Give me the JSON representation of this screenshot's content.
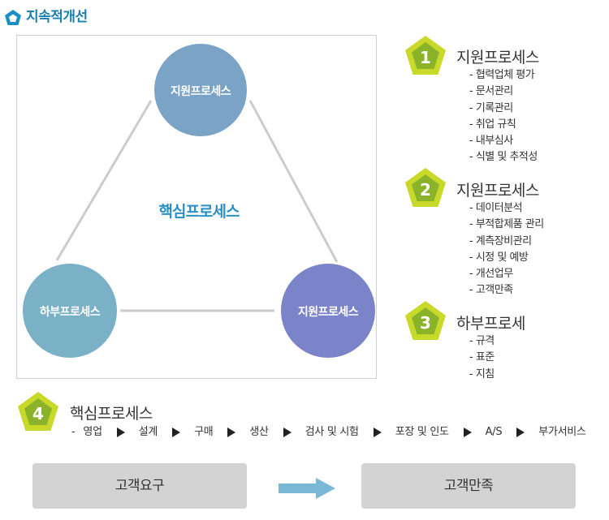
{
  "header": {
    "title": "지속적개선",
    "icon": "pentagon-icon",
    "accent_color": "#1a7fb0"
  },
  "diagram": {
    "top_circle": "지원프로세스",
    "left_circle": "하부프로세스",
    "right_circle": "지원프로세스",
    "center_label": "핵심프로세스",
    "colors": {
      "top": "#7aa3c6",
      "left": "#7ab1c6",
      "right": "#7b84c8",
      "center_text": "#2a91c8",
      "lines": "#cccccc"
    }
  },
  "sections": [
    {
      "number": "1",
      "title": "지원프로세스",
      "items": [
        "- 협력업체 평가",
        "- 문서관리",
        "- 기록관리",
        "- 취업 규칙",
        "- 내부심사",
        "- 식별 및 추적성"
      ]
    },
    {
      "number": "2",
      "title": "지원프로세스",
      "items": [
        "- 데이터분석",
        "- 부적합제품 관리",
        "- 계측장비관리",
        "- 시정 및 예방",
        "- 개선업무",
        "- 고객만족"
      ]
    },
    {
      "number": "3",
      "title": "하부프로세",
      "items": [
        "- 규격",
        "- 표준",
        "- 지침"
      ]
    },
    {
      "number": "4",
      "title": "핵심프로세스",
      "flow_prefix": "-",
      "flow": [
        "영업",
        "설계",
        "구매",
        "생산",
        "검사 및 시험",
        "포장 및 인도",
        "A/S",
        "부가서비스"
      ]
    }
  ],
  "badge_colors": {
    "outer": "#c8d92a",
    "inner": "#8ab32a"
  },
  "bottom": {
    "left_box": "고객요구",
    "right_box": "고객만족",
    "arrow_color": "#7ab8d8",
    "box_color": "#d3d3d3"
  }
}
